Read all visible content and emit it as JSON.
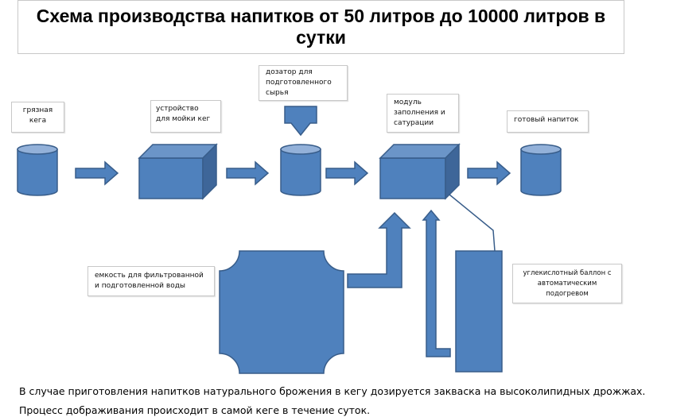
{
  "title": "Схема производства напитков от 50 литров до 10000 литров в сутки",
  "labels": {
    "dirty_keg": "грязная кега",
    "washer": "устройство для мойки кег",
    "doser": "дозатор для подготовленного сырья",
    "filler": "модуль заполнения и сатурации",
    "ready": "готовый напиток",
    "water_tank": "емкость для фильтрованной и подготовленной воды",
    "co2": "углекислотный баллон с автоматическим подогревом"
  },
  "notes": [
    "В случае приготовления напитков натурального брожения в кегу дозируется закваска на высоколипидных дрожжах.",
    "Процесс дображивания происходит в самой кеге в течение суток."
  ],
  "colors": {
    "fill": "#4f81bd",
    "stroke": "#385d8a",
    "top": "#93b1d9",
    "side": "#3e6699"
  }
}
